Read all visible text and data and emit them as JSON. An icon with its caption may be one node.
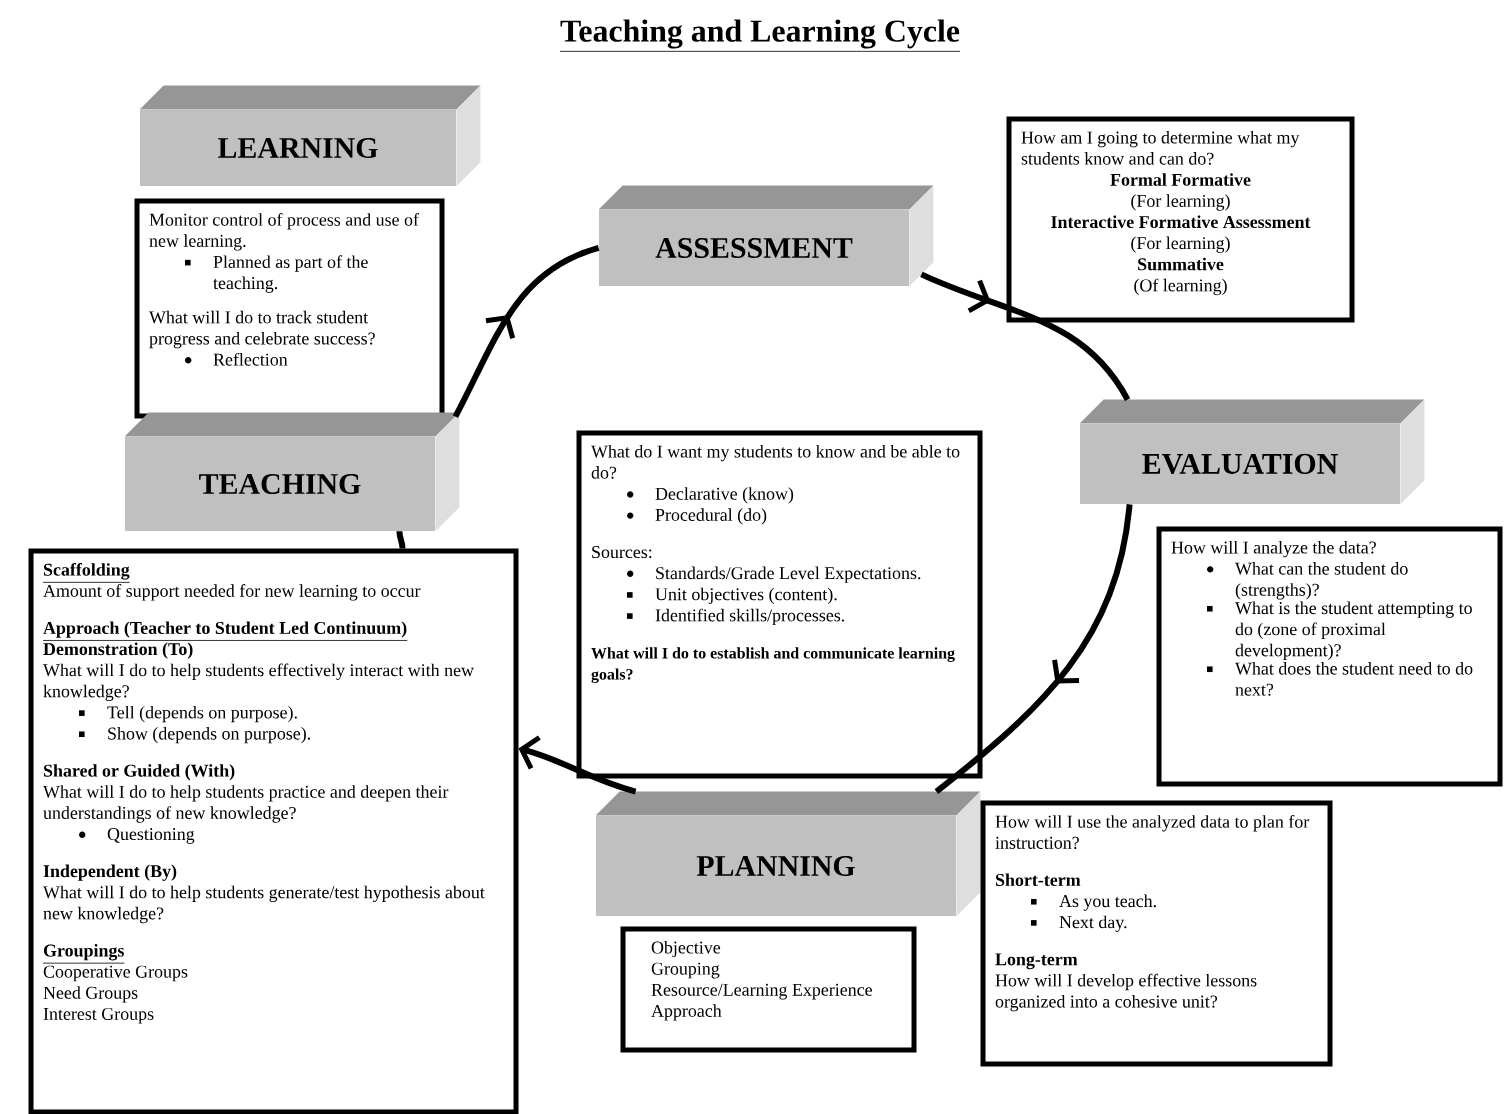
{
  "diagram": {
    "title": "Teaching and Learning Cycle",
    "nodes": [
      {
        "text": [
          "LEARNING"
        ]
      },
      {
        "text": [
          "How am I going to determine what my students know and can do?",
          "Formal Formative",
          "(For learning)",
          "Interactive Formative Assessment",
          "(For learning)",
          "Summative",
          "(Of learning)"
        ]
      },
      {
        "text": [
          "Monitor control of process and use of new learning.",
          "Planned as part of the teaching.",
          "What will I do to track student progress and celebrate success?",
          "Reflection"
        ]
      },
      {
        "text": [
          "ASSESSMENT"
        ]
      },
      {
        "text": [
          "EVALUATION"
        ]
      },
      {
        "text": [
          "TEACHING"
        ]
      },
      {
        "text": [
          "What do I want my students to know and be able to do?",
          "Declarative (know)",
          "Procedural (do)",
          "Sources:",
          "Standards/Grade Level Expectations.",
          "Unit objectives (content).",
          "Identified skills/processes.",
          "What will I do to establish and communicate learning goals?"
        ]
      },
      {
        "text": [
          "How will I analyze the data?",
          "What can the student do (strengths)?",
          "What is the student attempting to do (zone of proximal development)?",
          "What does the student need to do next?"
        ]
      },
      {
        "text": [
          "Scaffolding",
          "Amount of support needed for new learning to occur",
          "Approach (Teacher to Student Led Continuum)",
          "Demonstration (To)",
          "What will I do to help students effectively interact with new knowledge?",
          "Tell (depends on purpose).",
          "Show (depends on purpose).",
          "Shared or Guided (With)",
          "What will I do to help students practice and deepen their understandings of new knowledge?",
          "Questioning",
          "Independent (By)",
          "What will I do to help students generate/test hypothesis about new knowledge?",
          "Groupings",
          "Cooperative Groups",
          "Need Groups",
          "Interest Groups"
        ]
      },
      {
        "text": [
          "PLANNING"
        ]
      },
      {
        "text": [
          "How will I use the analyzed data to plan for instruction?",
          "Short-term",
          "As you teach.",
          "Next day.",
          "Long-term",
          "How will I develop effective lessons organized into a cohesive unit?"
        ]
      },
      {
        "text": [
          "Objective",
          "Grouping",
          "Resource/Learning Experience",
          "Approach"
        ]
      }
    ],
    "edges": [
      {
        "from": 5,
        "to": 3,
        "arrow": "to"
      },
      {
        "from": 3,
        "to": 4,
        "arrow": "to"
      },
      {
        "from": 4,
        "to": 9,
        "arrow": "to"
      },
      {
        "from": 9,
        "to": 8,
        "arrow": "to"
      },
      {
        "from": 8,
        "to": 5,
        "arrow": "none"
      }
    ]
  }
}
